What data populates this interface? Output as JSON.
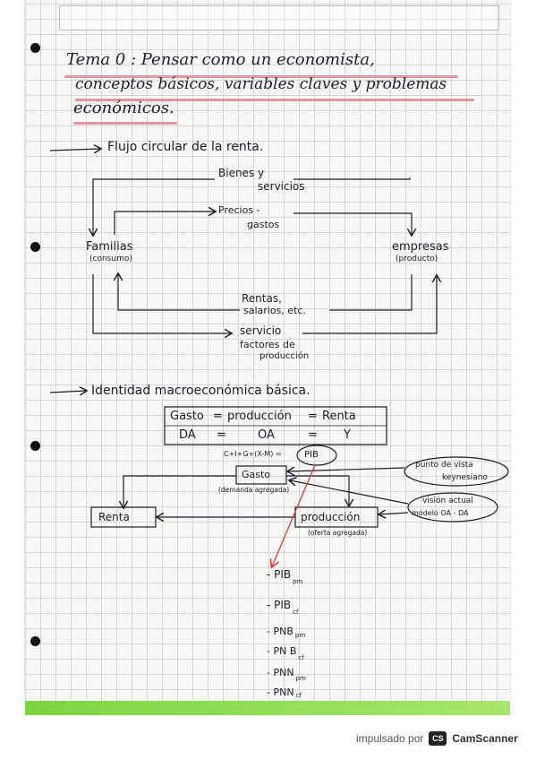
{
  "title": {
    "line1": "Tema 0 : Pensar como un economista,",
    "line2": "conceptos básicos, variables claves y problemas",
    "line3": "económicos."
  },
  "flujo": {
    "heading": "Flujo circular de la renta.",
    "bienes_1": "Bienes y",
    "bienes_2": "servicios",
    "precios_1": "Precios -",
    "precios_2": "gastos",
    "familias": "Familias",
    "familias_sub": "(consumo)",
    "empresas": "empresas",
    "empresas_sub": "(producto)",
    "rentas_1": "Rentas,",
    "rentas_2": "salarios, etc.",
    "servicio_1": "servicio",
    "servicio_2": "factores de",
    "servicio_3": "producción"
  },
  "identidad": {
    "heading": "Identidad macroeconómica básica.",
    "row1": [
      "Gasto",
      "=",
      "producción",
      "=",
      "Renta"
    ],
    "row2": [
      "DA",
      "=",
      "OA",
      "=",
      "Y"
    ]
  },
  "diagram2": {
    "formula": "C+I+G+(X-M) =",
    "pib": "PIB",
    "gasto": "Gasto",
    "gasto_sub": "(demanda agregada)",
    "renta": "Renta",
    "produccion": "producción",
    "produccion_sub": "(oferta agregada)",
    "keynes_1": "punto de vista",
    "keynes_2": "keynesiano",
    "vision_1": "visión actual",
    "vision_2": "modelo OA - DA"
  },
  "list": [
    {
      "main": "- PIB",
      "sub": "pm"
    },
    {
      "main": "- PIB",
      "sub": "cf"
    },
    {
      "main": "- PNB",
      "sub": "pm"
    },
    {
      "main": "- PN B",
      "sub": "cf"
    },
    {
      "main": "- PNN",
      "sub": "pm"
    },
    {
      "main": "- PNN",
      "sub": "cf"
    }
  ],
  "footer": {
    "powered": "impulsado por",
    "logo": "CS",
    "brand": "CamScanner"
  },
  "colors": {
    "ink": "#1d1d2a",
    "highlight": "#e2959e",
    "red_arrow": "#d93a44",
    "green_bar": "#7cd442"
  }
}
